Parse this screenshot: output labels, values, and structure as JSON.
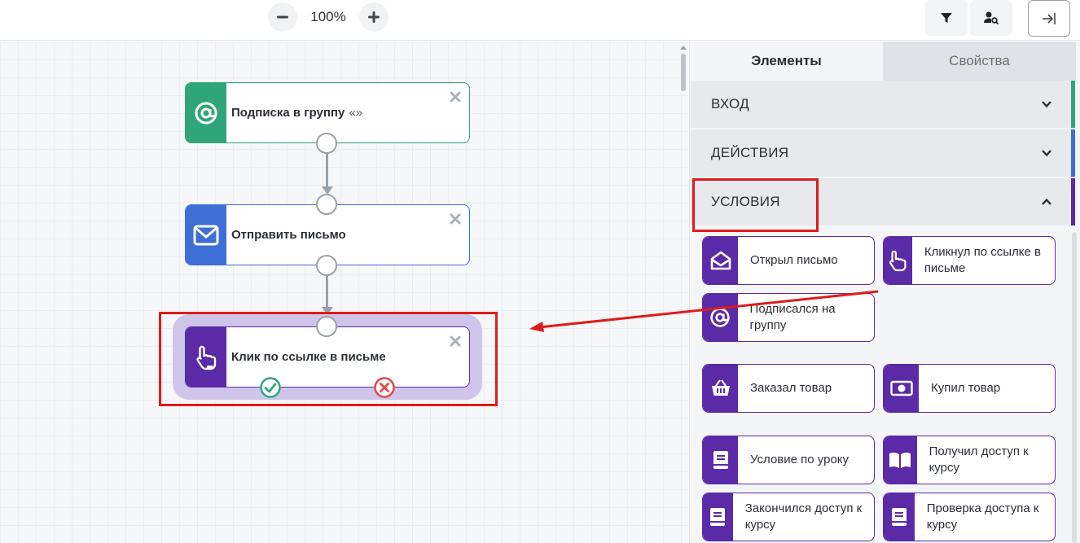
{
  "toolbar": {
    "zoom_level": "100%",
    "zoom_out_icon": "minus-icon",
    "zoom_in_icon": "plus-icon",
    "filter_icon": "filter-icon",
    "user_search_icon": "user-search-icon",
    "exit_icon": "arrow-to-right-icon"
  },
  "canvas": {
    "nodes": [
      {
        "title": "Подписка в группу",
        "suffix": "«»",
        "icon": "at-icon",
        "color": "#2fa67a"
      },
      {
        "title": "Отправить письмо",
        "suffix": "",
        "icon": "envelope-icon",
        "color": "#3d6fd6"
      },
      {
        "title": "Клик по ссылке в письме",
        "suffix": "",
        "icon": "pointer-hand-icon",
        "color": "#5b2aa6"
      }
    ],
    "branch_yes_icon": "check-circle-icon",
    "branch_no_icon": "x-circle-icon",
    "branch_yes_color": "#2fa67a",
    "branch_no_color": "#e04848"
  },
  "panel": {
    "tabs": [
      "Элементы",
      "Свойства"
    ],
    "sections": [
      {
        "label": "ВХОД",
        "stripe": "#2fa67a",
        "expanded": false
      },
      {
        "label": "ДЕЙСТВИЯ",
        "stripe": "#3d6fd6",
        "expanded": false
      },
      {
        "label": "УСЛОВИЯ",
        "stripe": "#5b2aa6",
        "expanded": true
      }
    ],
    "conditions": [
      {
        "label": "Открыл письмо",
        "icon": "open-envelope-icon"
      },
      {
        "label": "Кликнул по ссылке в письме",
        "icon": "pointer-hand-icon"
      },
      {
        "label": "Подписался на группу",
        "icon": "at-icon"
      },
      {
        "label": "Заказал товар",
        "icon": "basket-icon"
      },
      {
        "label": "Купил товар",
        "icon": "money-icon"
      },
      {
        "label": "Условие по уроку",
        "icon": "book-icon"
      },
      {
        "label": "Получил доступ к курсу",
        "icon": "open-book-icon"
      },
      {
        "label": "Закончился доступ к курсу",
        "icon": "book-icon"
      },
      {
        "label": "Проверка доступа к курсу",
        "icon": "book-icon"
      }
    ]
  }
}
